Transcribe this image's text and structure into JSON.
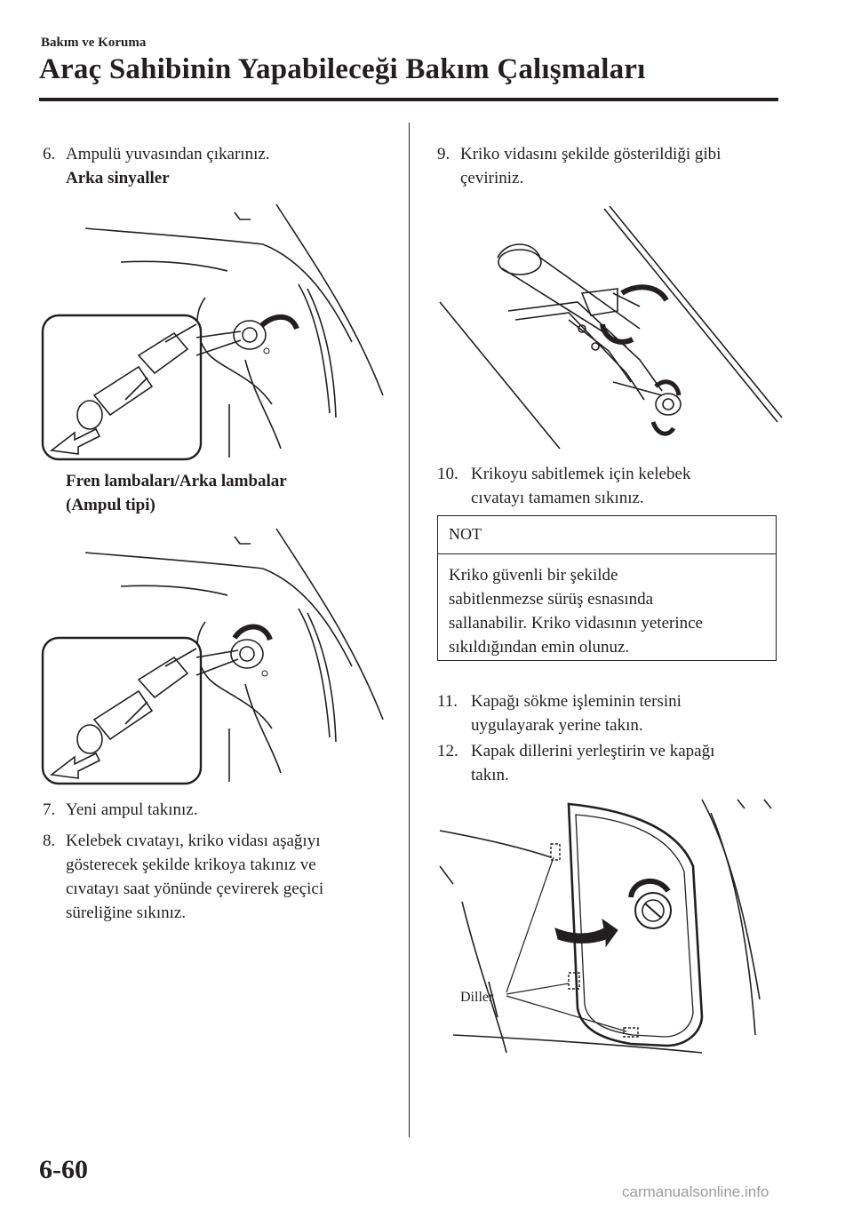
{
  "header": {
    "section": "Bakım ve Koruma",
    "title": "Araç Sahibinin Yapabileceği Bakım Çalışmaları"
  },
  "left": {
    "step6": {
      "num": "6.",
      "text": "Ampulü yuvasından çıkarınız."
    },
    "rear_signals": "Arka sinyaller",
    "brake_caption_line1": "Fren lambaları/Arka lambalar",
    "brake_caption_line2": "(Ampul tipi)",
    "step7": {
      "num": "7.",
      "text": "Yeni ampul takınız."
    },
    "step8": {
      "num": "8.",
      "line1": "Kelebek cıvatayı, kriko vidası aşağıyı",
      "line2": "gösterecek şekilde krikoya takınız ve",
      "line3": "cıvatayı saat yönünde çevirerek geçici",
      "line4": "süreliğine sıkınız."
    }
  },
  "right": {
    "step9": {
      "num": "9.",
      "line1": "Kriko vidasını şekilde gösterildiği gibi",
      "line2": "çeviriniz."
    },
    "step10": {
      "num": "10.",
      "line1": "Krikoyu sabitlemek için kelebek",
      "line2": "cıvatayı tamamen sıkınız."
    },
    "note": {
      "heading": "NOT",
      "line1": "Kriko güvenli bir şekilde",
      "line2": "sabitlenmezse sürüş esnasında",
      "line3": "sallanabilir. Kriko vidasının yeterince",
      "line4": "sıkıldığından emin olunuz."
    },
    "step11": {
      "num": "11.",
      "line1": "Kapağı sökme işleminin tersini",
      "line2": "uygulayarak yerine takın."
    },
    "step12": {
      "num": "12.",
      "line1": "Kapak dillerini yerleştirin ve kapağı",
      "line2": "takın."
    },
    "fig_label_tabs": "Diller"
  },
  "footer": {
    "page_number": "6-60",
    "watermark": "carmanualsonline.info"
  }
}
